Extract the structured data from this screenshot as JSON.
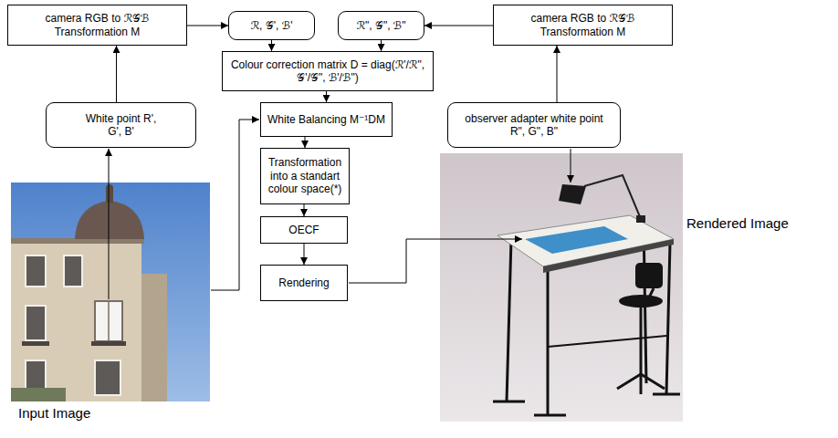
{
  "diagram": {
    "nodes": [
      {
        "text": [
          "camera RGB to ℛ𝒢ℬ Transformation M"
        ]
      },
      {
        "text": [
          "ℛ, 𝒢', ℬ'"
        ]
      },
      {
        "text": [
          "ℛ\", 𝒢\", ℬ\""
        ]
      },
      {
        "text": [
          "camera RGB to ℛ𝒢ℬ Transformation M"
        ]
      },
      {
        "text": [
          "Colour correction matrix D = diag(ℛ'/ℛ\", 𝒢'/𝒢\", ℬ'/ℬ\")"
        ]
      },
      {
        "text": [
          "White point R', G', B'"
        ]
      },
      {
        "text": [
          "White Balancing M⁻¹DM"
        ]
      },
      {
        "text": [
          "observer adapter white point R\", G\", B\""
        ]
      },
      {
        "text": [
          "Transformation into a standart colour space(*)"
        ]
      },
      {
        "text": [
          "OECF"
        ]
      },
      {
        "text": [
          "Rendering"
        ]
      }
    ],
    "edges": [
      {
        "from": 5,
        "to": 0,
        "arrow": "to"
      },
      {
        "from": 0,
        "to": 1,
        "arrow": "to"
      },
      {
        "from": 3,
        "to": 2,
        "arrow": "to"
      },
      {
        "from": 7,
        "to": 3,
        "arrow": "to"
      },
      {
        "from": 1,
        "to": 4,
        "arrow": "to"
      },
      {
        "from": 2,
        "to": 4,
        "arrow": "to"
      },
      {
        "from": 4,
        "to": 6,
        "arrow": "to"
      },
      {
        "from": 6,
        "to": 8,
        "arrow": "to"
      },
      {
        "from": 8,
        "to": 9,
        "arrow": "to"
      },
      {
        "from": 9,
        "to": 10,
        "arrow": "to"
      }
    ],
    "labels": [
      "Input Image",
      "Rendered Image"
    ]
  }
}
